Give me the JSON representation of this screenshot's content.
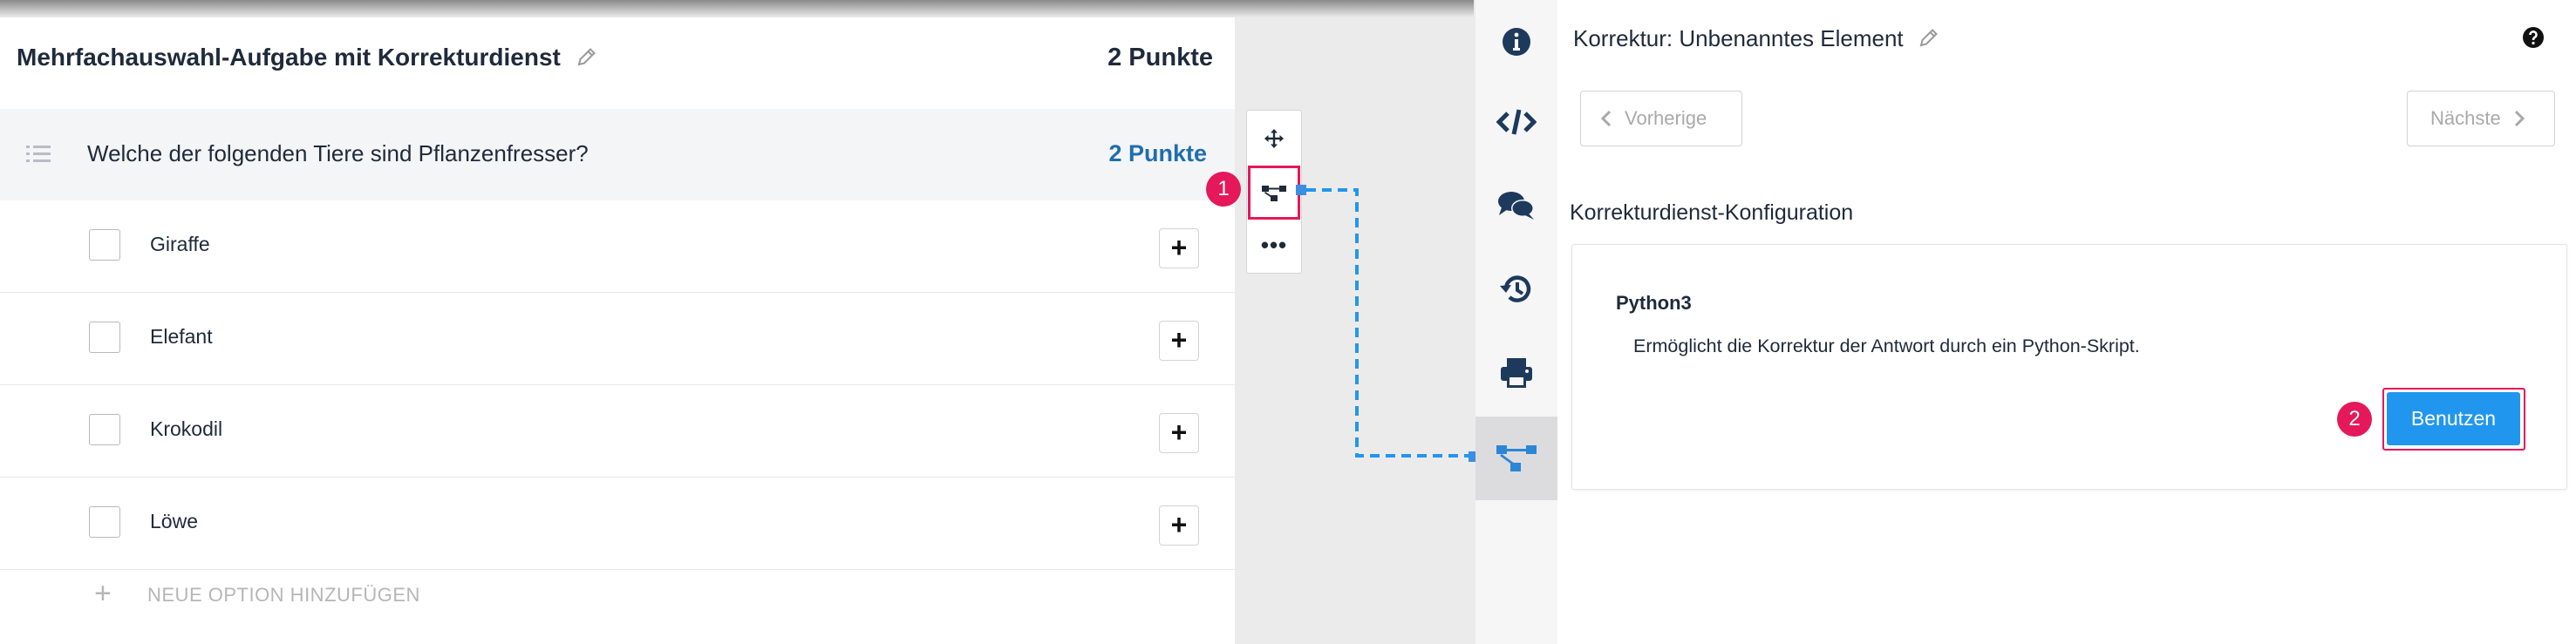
{
  "editor": {
    "title": "Mehrfachauswahl-Aufgabe mit Korrekturdienst",
    "points": "2 Punkte",
    "question": {
      "text": "Welche der folgenden Tiere sind Pflanzenfresser?",
      "points": "2 Punkte"
    },
    "options": [
      {
        "label": "Giraffe",
        "add": "+"
      },
      {
        "label": "Elefant",
        "add": "+"
      },
      {
        "label": "Krokodil",
        "add": "+"
      },
      {
        "label": "Löwe",
        "add": "+"
      }
    ],
    "add_option": {
      "icon": "+",
      "label": "NEUE OPTION HINZUFÜGEN"
    }
  },
  "toolbar": {
    "items": [
      "move-icon",
      "grading-service-icon",
      "more-icon"
    ],
    "more_label": "•••"
  },
  "badges": {
    "first": "1",
    "second": "2"
  },
  "side_rail": {
    "items": [
      "info-icon",
      "code-icon",
      "comments-icon",
      "history-icon",
      "print-icon",
      "grading-service-icon"
    ],
    "active": "grading-service-icon"
  },
  "panel": {
    "title": "Korrektur: Unbenanntes Element",
    "prev_label": "Vorherige",
    "next_label": "Nächste",
    "section_heading": "Korrekturdienst-Konfiguration",
    "config": {
      "name": "Python3",
      "description": "Ermöglicht die Korrektur der Antwort durch ein Python-Skript.",
      "use_label": "Benutzen"
    }
  },
  "colors": {
    "accent_blue": "#2196ee",
    "points_blue": "#1f6eae",
    "highlight_pink": "#e4185a",
    "navy": "#1d3a5c"
  }
}
